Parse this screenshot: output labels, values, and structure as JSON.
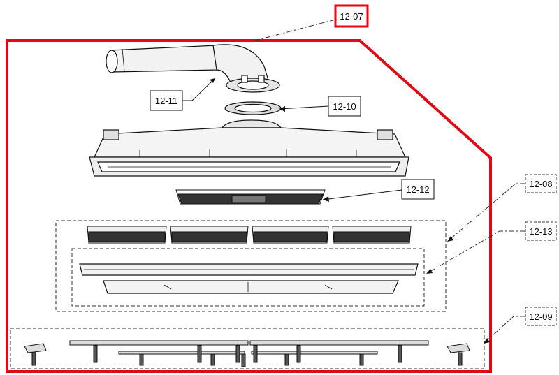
{
  "diagram": {
    "assembly_label": "12-07",
    "callouts": {
      "elbow": "12-11",
      "gasket": "12-10",
      "grille": "12-12",
      "filters": "12-08",
      "frame": "12-13",
      "hardware": "12-09"
    },
    "colors": {
      "assembly_outline": "#e30613",
      "line_art": "#111111",
      "leader_dashed": "#333333"
    }
  }
}
